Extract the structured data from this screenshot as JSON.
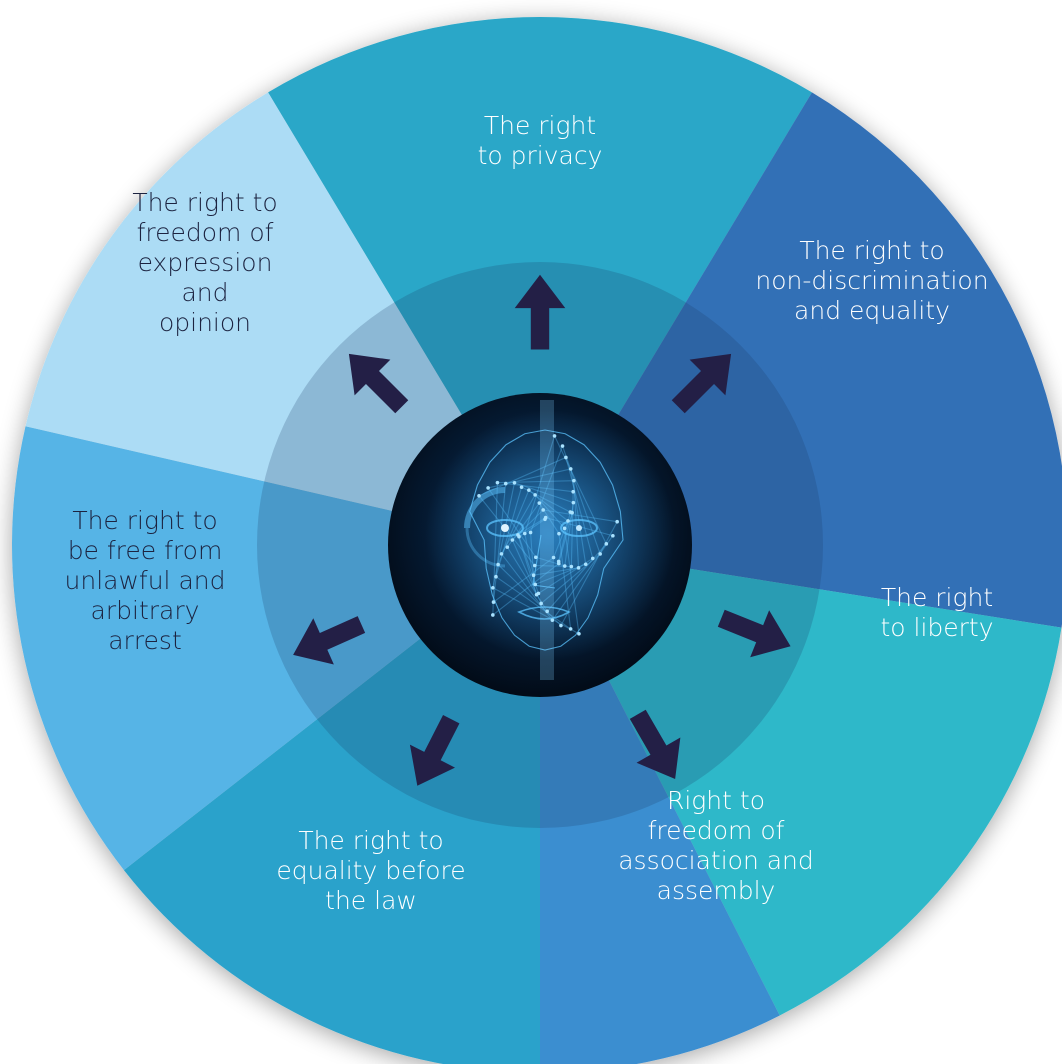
{
  "segments": [
    {
      "id": "privacy",
      "lines": [
        "The right",
        "to privacy"
      ],
      "color": "#2aa7c8",
      "text_color": "#ffffff"
    },
    {
      "id": "non-discrimination",
      "lines": [
        "The right to",
        "non-discrimination",
        "and equality"
      ],
      "color": "#326fb6",
      "text_color": "#ffffff"
    },
    {
      "id": "liberty",
      "lines": [
        "The right",
        "to liberty"
      ],
      "color": "#2fb8c9",
      "text_color": "#ffffff"
    },
    {
      "id": "association",
      "lines": [
        "Right to",
        "freedom of",
        "association and",
        "assembly"
      ],
      "color": "#3b8ed0",
      "text_color": "#ffffff"
    },
    {
      "id": "equality-law",
      "lines": [
        "The right to",
        "equality before",
        "the law"
      ],
      "color": "#2aa2cb",
      "text_color": "#ffffff"
    },
    {
      "id": "arrest",
      "lines": [
        "The right to",
        "be free from",
        "unlawful and",
        "arbitrary",
        "arrest"
      ],
      "color": "#57b4e6",
      "text_color": "#1c2340"
    },
    {
      "id": "expression",
      "lines": [
        "The right to",
        "freedom of",
        "expression",
        "and",
        "opinion"
      ],
      "color": "#acdcf5",
      "text_color": "#1c2340"
    }
  ],
  "colors": {
    "arrow": "#231f46",
    "inner_ring": "#1a3a64",
    "core_dark": "#041426",
    "core_glow": "#1d7fc2"
  },
  "center_icon": "ai-face-icon"
}
